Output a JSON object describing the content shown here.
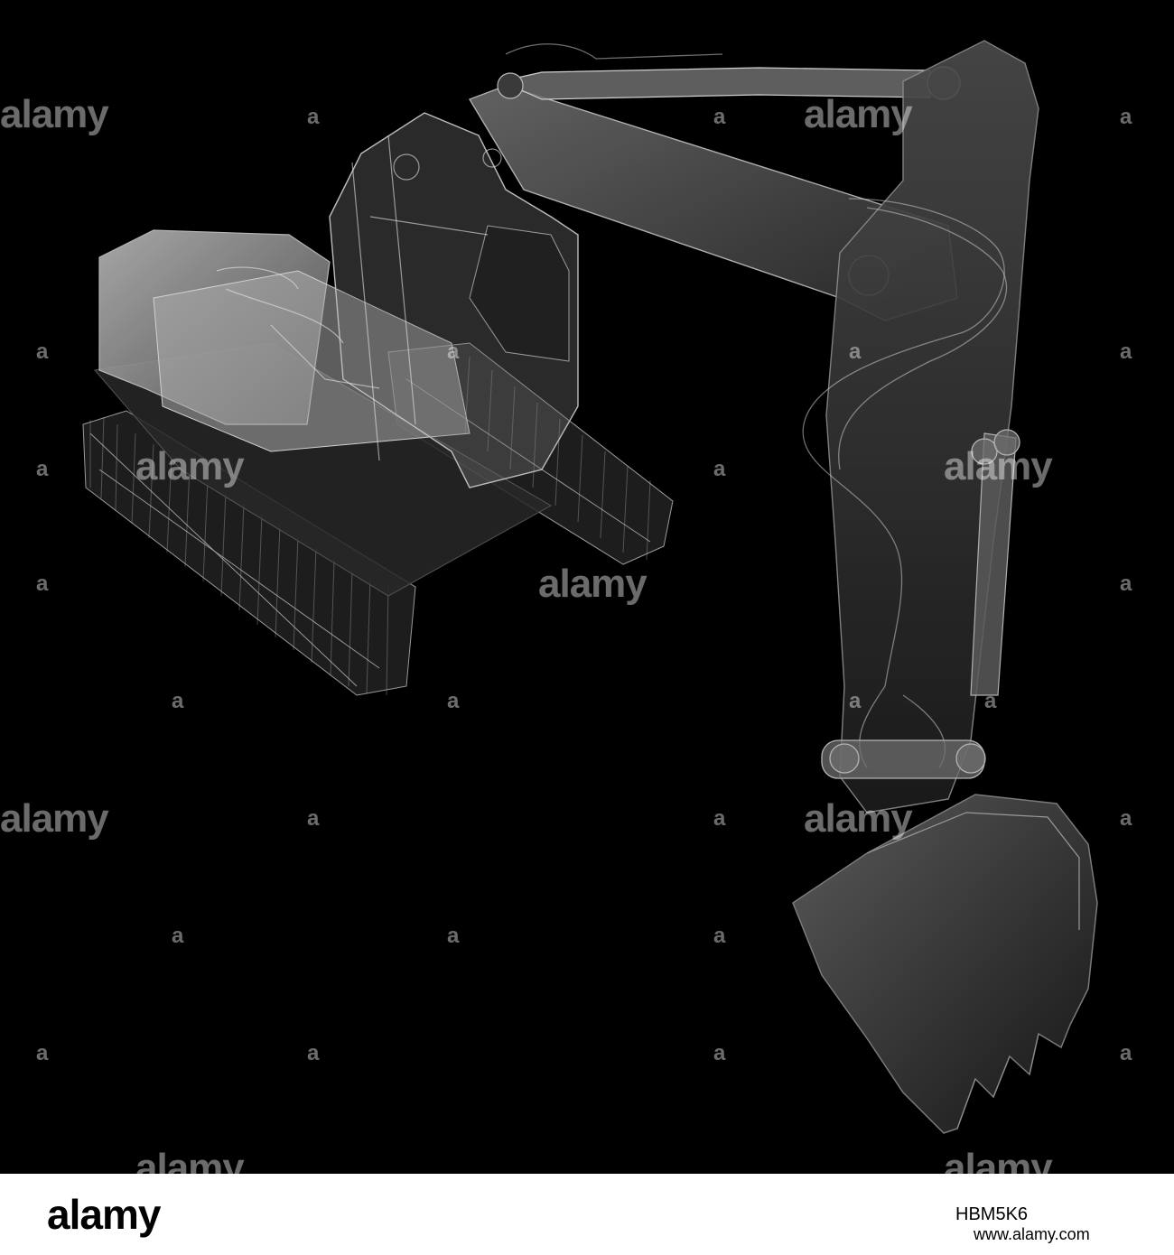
{
  "image": {
    "subject": "excavator",
    "background_color": "#000000"
  },
  "watermark": {
    "brand": "alamy",
    "mark": "a"
  },
  "footer": {
    "logo": "alamy",
    "image_id": "HBM5K6",
    "url": "www.alamy.com"
  }
}
